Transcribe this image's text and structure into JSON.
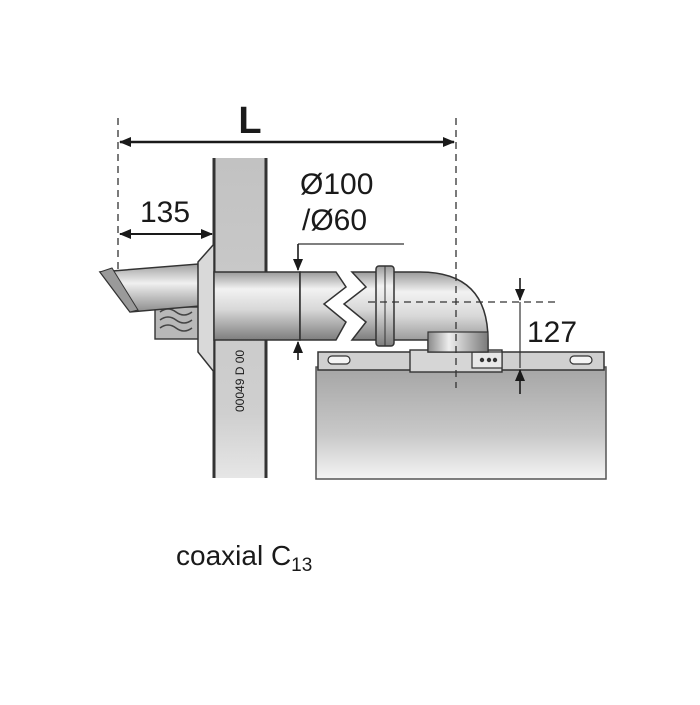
{
  "dimensions": {
    "length_label": "L",
    "wall_offset": "135",
    "outer_diameter": "Ø100",
    "inner_diameter": "/Ø60",
    "height_offset": "127"
  },
  "drawing_code": "00049 D 00",
  "caption": {
    "main": "coaxial C",
    "subscript": "13"
  },
  "colors": {
    "line": "#1a1a1a",
    "wall_fill": "#c4c4c4",
    "pipe_light": "#ededed",
    "pipe_dark": "#8a8a8a",
    "boiler_fill": "#b5b5b5"
  }
}
